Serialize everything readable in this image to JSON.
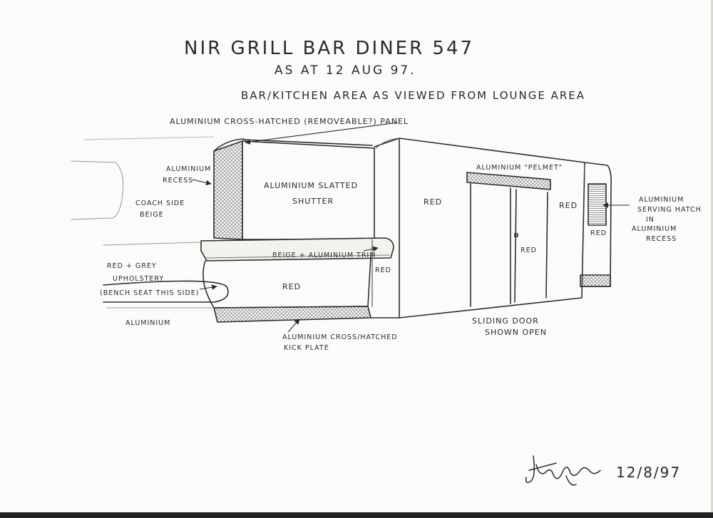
{
  "header": {
    "title": "NIR GRILL BAR DINER 547",
    "subtitle": "AS AT 12 AUG 97.",
    "description": "BAR/KITCHEN AREA AS VIEWED FROM LOUNGE AREA"
  },
  "labels": {
    "panel": "ALUMINIUM CROSS-HATCHED (REMOVEABLE?) PANEL",
    "recess_line1": "ALUMINIUM",
    "recess_line2": "RECESS",
    "shutter_line1": "ALUMINIUM SLATTED",
    "shutter_line2": "SHUTTER",
    "coach_side_line1": "COACH SIDE",
    "coach_side_line2": "BEIGE",
    "trim": "BEIGE + ALUMINIUM TRIM",
    "upholstery_line1": "RED + GREY",
    "upholstery_line2": "UPHOLSTERY",
    "bench_seat": "(BENCH SEAT THIS SIDE)",
    "aluminium_floor": "ALUMINIUM",
    "counter_red": "RED",
    "corner_red": "RED",
    "wall_red": "RED",
    "door_red": "RED",
    "right_red": "RED",
    "hatch_red": "RED",
    "pelmet": "ALUMINIUM \"PELMET\"",
    "hatch_line1": "ALUMINIUM",
    "hatch_line2": "SERVING HATCH",
    "hatch_line3": "IN",
    "hatch_line4": "ALUMINIUM",
    "hatch_line5": "RECESS",
    "kick_line1": "ALUMINIUM CROSS/HATCHED",
    "kick_line2": "KICK PLATE",
    "door_line1": "SLIDING DOOR",
    "door_line2": "SHOWN OPEN"
  },
  "signature": {
    "date": "12/8/97"
  }
}
